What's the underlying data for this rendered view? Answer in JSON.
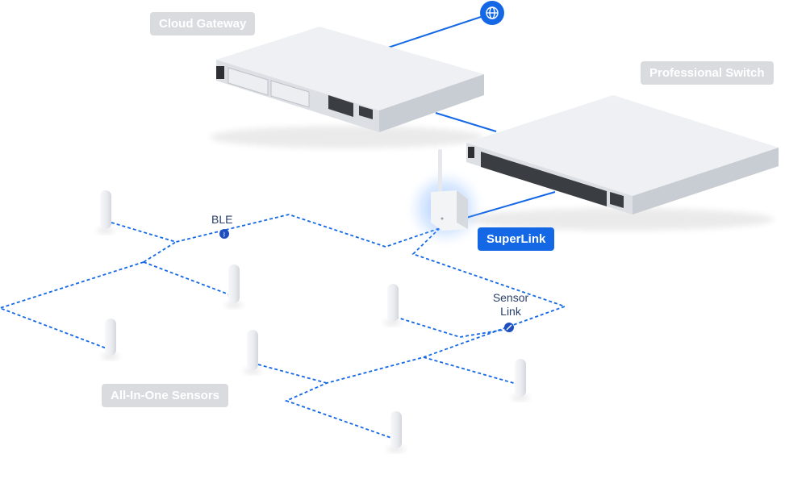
{
  "labels": {
    "cloud_gateway": "Cloud Gateway",
    "professional_switch": "Professional Switch",
    "superlink": "SuperLink",
    "sensors": "All-In-One Sensors",
    "ble": "BLE",
    "sensor_link_line1": "Sensor",
    "sensor_link_line2": "Link"
  },
  "colors": {
    "link_blue": "#1468e6",
    "label_gray": "#d9dbdf",
    "device_silver": "#e4e6ea"
  },
  "icons": {
    "internet": "globe-icon",
    "ble_marker": "bluetooth-icon",
    "sensor_link_marker": "link-icon"
  }
}
